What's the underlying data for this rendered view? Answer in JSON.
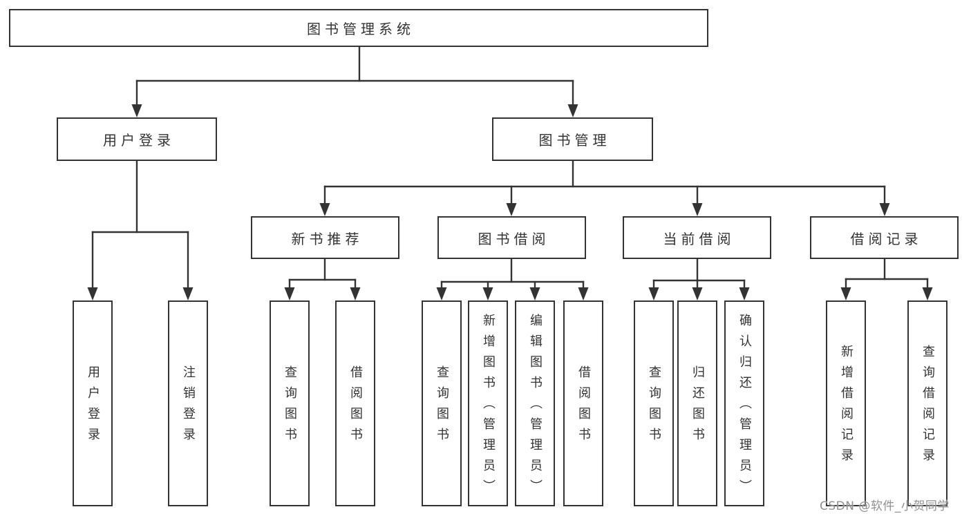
{
  "diagram": {
    "title": "图书管理系统",
    "branches": [
      {
        "label": "用户登录",
        "children": [
          {
            "label": "用户登录"
          },
          {
            "label": "注销登录"
          }
        ]
      },
      {
        "label": "图书管理",
        "children": [
          {
            "label": "新书推荐",
            "children": [
              {
                "label": "查询图书"
              },
              {
                "label": "借阅图书"
              }
            ]
          },
          {
            "label": "图书借阅",
            "children": [
              {
                "label": "查询图书"
              },
              {
                "label": "新增图书（管理员）"
              },
              {
                "label": "编辑图书（管理员）"
              },
              {
                "label": "借阅图书"
              }
            ]
          },
          {
            "label": "当前借阅",
            "children": [
              {
                "label": "查询图书"
              },
              {
                "label": "归还图书"
              },
              {
                "label": "确认归还（管理员）"
              }
            ]
          },
          {
            "label": "借阅记录",
            "children": [
              {
                "label": "新增借阅记录"
              },
              {
                "label": "查询借阅记录"
              }
            ]
          }
        ]
      }
    ]
  },
  "watermark": {
    "text": "CSDN @软件_小贺同学"
  },
  "colors": {
    "line": "#333333",
    "box_border": "#333333",
    "text": "#333333",
    "watermark_gray": "#909090",
    "background": "#ffffff"
  }
}
